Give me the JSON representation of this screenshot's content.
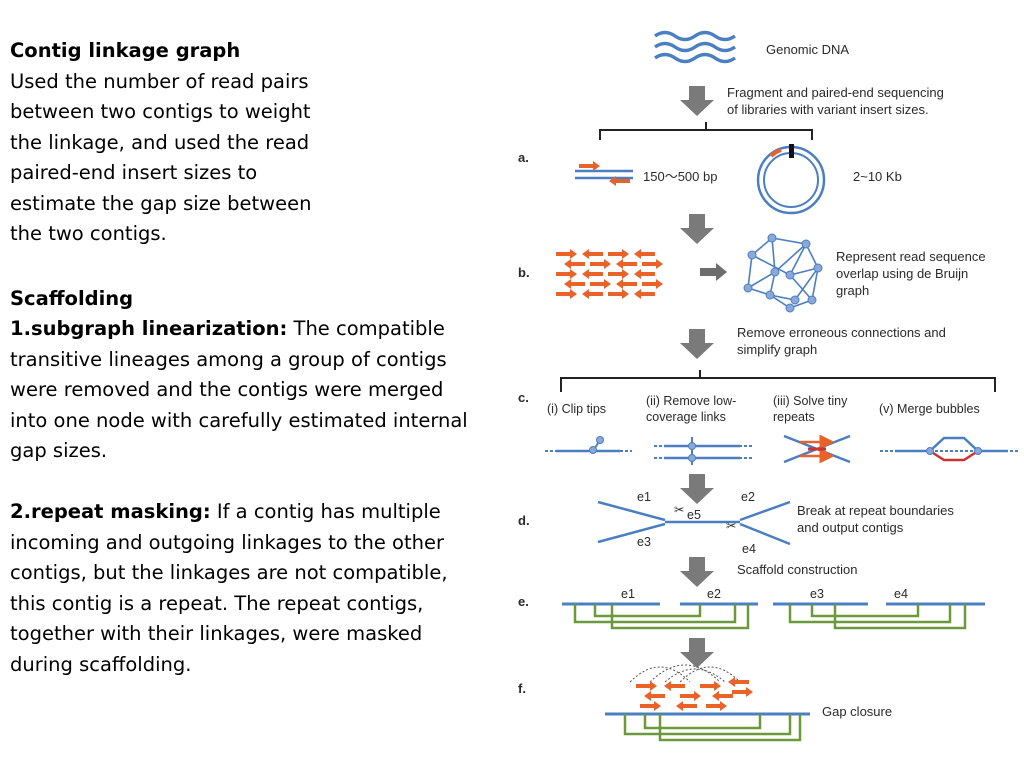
{
  "text": {
    "linkage_title": "Contig linkage graph",
    "linkage_body": [
      "Used the number of read pairs",
      "between two contigs to weight",
      "the linkage, and used the read",
      "paired-end insert sizes to",
      "estimate the gap size between",
      "the two contigs."
    ],
    "scaffolding_title": "Scaffolding",
    "step1_title": "1.subgraph linearization:",
    "step1_first": " The compatible",
    "step1_body": [
      "transitive lineages among a group of contigs",
      "were removed and the contigs were merged",
      "into one node with carefully estimated internal",
      "gap sizes."
    ],
    "step2_title": "2.repeat masking:",
    "step2_first": " If a contig has multiple",
    "step2_body": [
      "incoming and outgoing linkages to the other",
      "contigs, but the linkages are not compatible,",
      "this contig is a repeat. The repeat contigs,",
      "together with their linkages, were masked",
      "during scaffolding."
    ]
  },
  "diagram": {
    "colors": {
      "blue": "#4a7fc1",
      "orange": "#e8622a",
      "green": "#6a9a3a",
      "arrow": "#7a7a7a"
    },
    "genomic_dna": "Genomic DNA",
    "fragment": [
      "Fragment and paired-end sequencing",
      "of libraries with variant insert sizes."
    ],
    "panel_a": "a.",
    "insert_short": "150～500 bp",
    "insert_long": "2~10 Kb",
    "panel_b": "b.",
    "debruijn": [
      "Represent read sequence",
      "overlap using de Bruijn",
      "graph"
    ],
    "remove_err": [
      "Remove erroneous connections and",
      "simplify graph"
    ],
    "panel_c": "c.",
    "c_steps": [
      [
        "(i) Clip tips"
      ],
      [
        "(ii) Remove low-",
        "coverage links"
      ],
      [
        "(iii) Solve tiny",
        "repeats"
      ],
      [
        "(v) Merge bubbles"
      ]
    ],
    "panel_d": "d.",
    "edges": [
      "e1",
      "e2",
      "e3",
      "e4",
      "e5"
    ],
    "break_repeat": [
      "Break at repeat boundaries",
      "and output contigs"
    ],
    "scaffold": "Scaffold construction",
    "panel_e": "e.",
    "scaffold_edges": [
      "e1",
      "e2",
      "e3",
      "e4"
    ],
    "panel_f": "f.",
    "gap_closure": "Gap closure"
  }
}
